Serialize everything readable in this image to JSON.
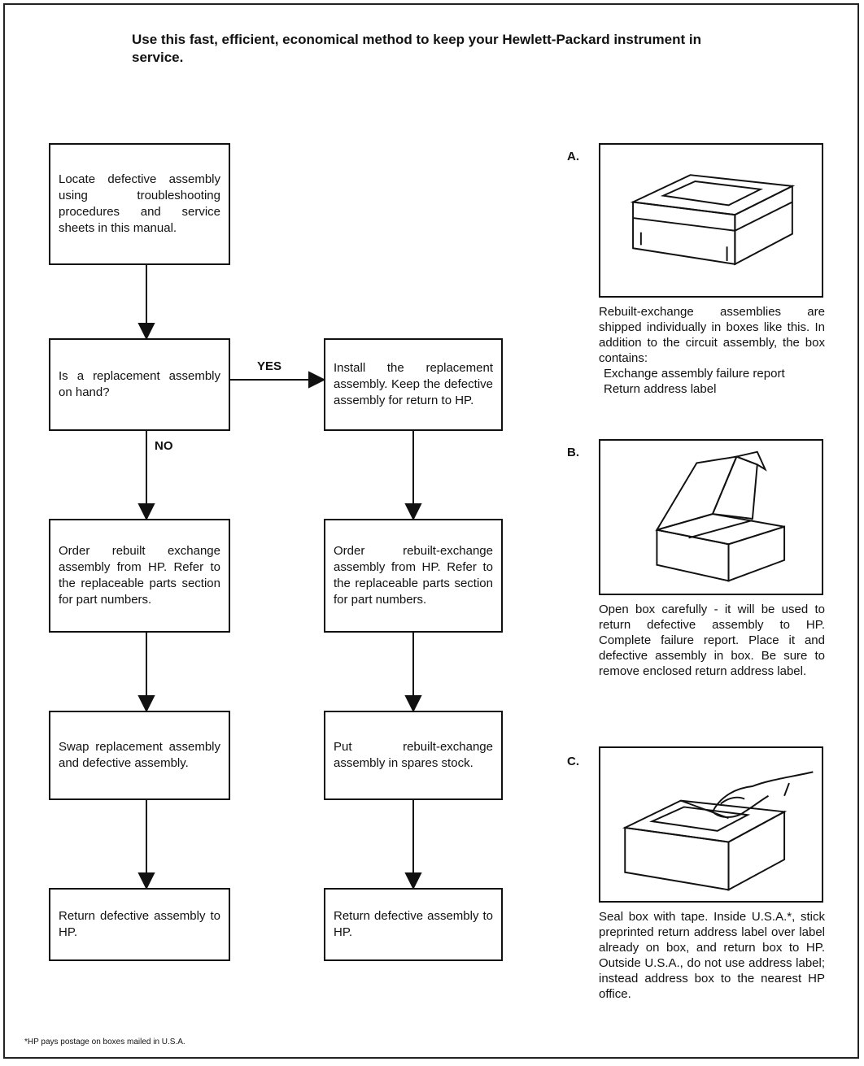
{
  "heading": "Use this fast, efficient, economical method to keep your Hewlett-Packard instrument in service.",
  "flow": {
    "locate": "Locate defective assembly using troubleshooting procedures and service sheets in this manual.",
    "question": "Is a replacement assembly on hand?",
    "yes_label": "YES",
    "no_label": "NO",
    "install": "Install the replacement assembly. Keep the defective assembly for return to HP.",
    "order_left": "Order rebuilt exchange assembly from HP. Refer to the replaceable parts section for part numbers.",
    "order_right": "Order rebuilt-exchange assembly from HP. Refer to the replaceable parts section for part numbers.",
    "swap": "Swap replacement assembly and defective assembly.",
    "put": "Put rebuilt-exchange assembly in spares stock.",
    "return_left": "Return defective assembly to HP.",
    "return_right": "Return defective assembly to HP."
  },
  "steps": {
    "a": {
      "letter": "A.",
      "caption": "Rebuilt-exchange assemblies are shipped individually in boxes like this. In addition to the circuit assembly, the box contains:",
      "items": [
        "Exchange assembly failure report",
        "Return address label"
      ]
    },
    "b": {
      "letter": "B.",
      "caption": "Open box carefully - it will be used to return defective assembly to HP. Complete failure report. Place it and defective assembly in box. Be sure to remove enclosed return address label."
    },
    "c": {
      "letter": "C.",
      "caption": "Seal box with tape. Inside U.S.A.*, stick preprinted return address label over label already on box, and return box to HP. Outside U.S.A., do not use address label; instead address box to the nearest HP office."
    }
  },
  "footnote": "*HP pays postage on boxes mailed in U.S.A."
}
